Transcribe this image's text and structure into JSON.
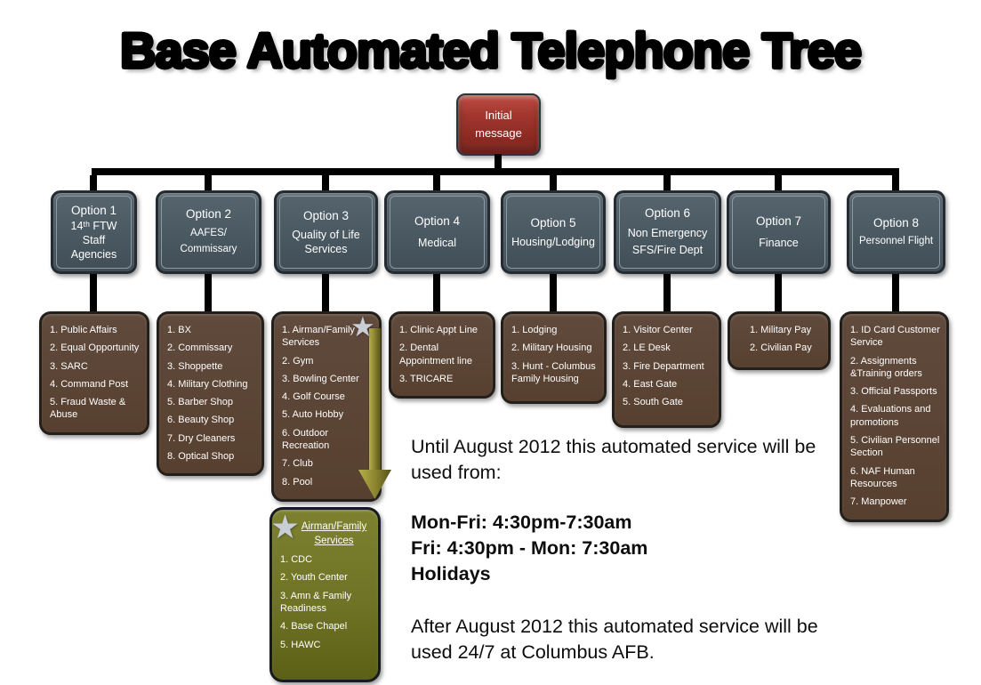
{
  "page": {
    "title": "Base Automated Telephone Tree"
  },
  "root_node": {
    "line1": "Initial",
    "line2": "message"
  },
  "options": [
    {
      "title": "Option 1",
      "subtitle_lines": [
        "14ᵗʰ FTW",
        "Staff",
        "Agencies"
      ],
      "items": [
        "1. Public Affairs",
        "2. Equal Opportunity",
        "3. SARC",
        "4. Command Post",
        "5. Fraud Waste & Abuse"
      ]
    },
    {
      "title": "Option 2",
      "subtitle_lines": [
        "AAFES/",
        "Commissary"
      ],
      "items": [
        "1. BX",
        "2. Commissary",
        "3. Shoppette",
        "4. Military Clothing",
        "5. Barber Shop",
        "6. Beauty Shop",
        "7. Dry Cleaners",
        "8. Optical Shop"
      ]
    },
    {
      "title": "Option 3",
      "subtitle_lines": [
        "Quality of Life",
        "Services"
      ],
      "items": [
        "1. Airman/Family Services",
        "2. Gym",
        "3. Bowling Center",
        "4. Golf Course",
        "5. Auto Hobby",
        "6. Outdoor Recreation",
        "7. Club",
        "8. Pool"
      ]
    },
    {
      "title": "Option 4",
      "subtitle_lines": [
        "Medical"
      ],
      "items": [
        "1. Clinic Appt Line",
        "2. Dental Appointment line",
        "3. TRICARE"
      ]
    },
    {
      "title": "Option 5",
      "subtitle_lines": [
        "Housing/Lodging"
      ],
      "items": [
        "1. Lodging",
        "2. Military Housing",
        "3. Hunt - Columbus Family Housing"
      ]
    },
    {
      "title": "Option 6",
      "subtitle_lines": [
        "Non Emergency",
        "SFS/Fire Dept"
      ],
      "items": [
        "1. Visitor Center",
        "2. LE Desk",
        "3. Fire Department",
        "4. East Gate",
        "5. South Gate"
      ]
    },
    {
      "title": "Option 7",
      "subtitle_lines": [
        "Finance"
      ],
      "items": [
        "1. Military Pay",
        "2. Civilian Pay"
      ]
    },
    {
      "title": "Option 8",
      "subtitle_lines": [
        "Personnel Flight"
      ],
      "items": [
        "1. ID Card Customer Service",
        "2. Assignments &Training orders",
        "3. Official Passports",
        "4. Evaluations and promotions",
        "5. Civilian Personnel Section",
        "6. NAF Human Resources",
        "7. Manpower"
      ]
    }
  ],
  "callout": {
    "title": "Airman/Family Services",
    "items": [
      "1. CDC",
      "2. Youth Center",
      "3. Amn & Family Readiness",
      "4. Base Chapel",
      "5. HAWC"
    ]
  },
  "notes": {
    "before": "Until August 2012 this automated service will be used from:",
    "schedule": [
      "Mon-Fri: 4:30pm-7:30am",
      "Fri: 4:30pm - Mon: 7:30am",
      "Holidays"
    ],
    "after": "After August 2012 this automated service will be used 24/7 at Columbus AFB."
  },
  "icons": {
    "star": "★"
  },
  "colors": {
    "option_box": "#4a5861",
    "option_inner_border": "#8c9aa4",
    "option_outer_border": "#252c31",
    "list_box": "#5a4336",
    "list_border": "#23201b",
    "root_box": "#9c332b",
    "root_border": "#2b3540",
    "callout_box": "#6e7325",
    "connector": "#000000",
    "star": "#c9ced6",
    "arrow_light": "#b7ae4a",
    "arrow_dark": "#55511a",
    "text_on_boxes": "#ffffff",
    "body_text": "#0d0d0d"
  }
}
